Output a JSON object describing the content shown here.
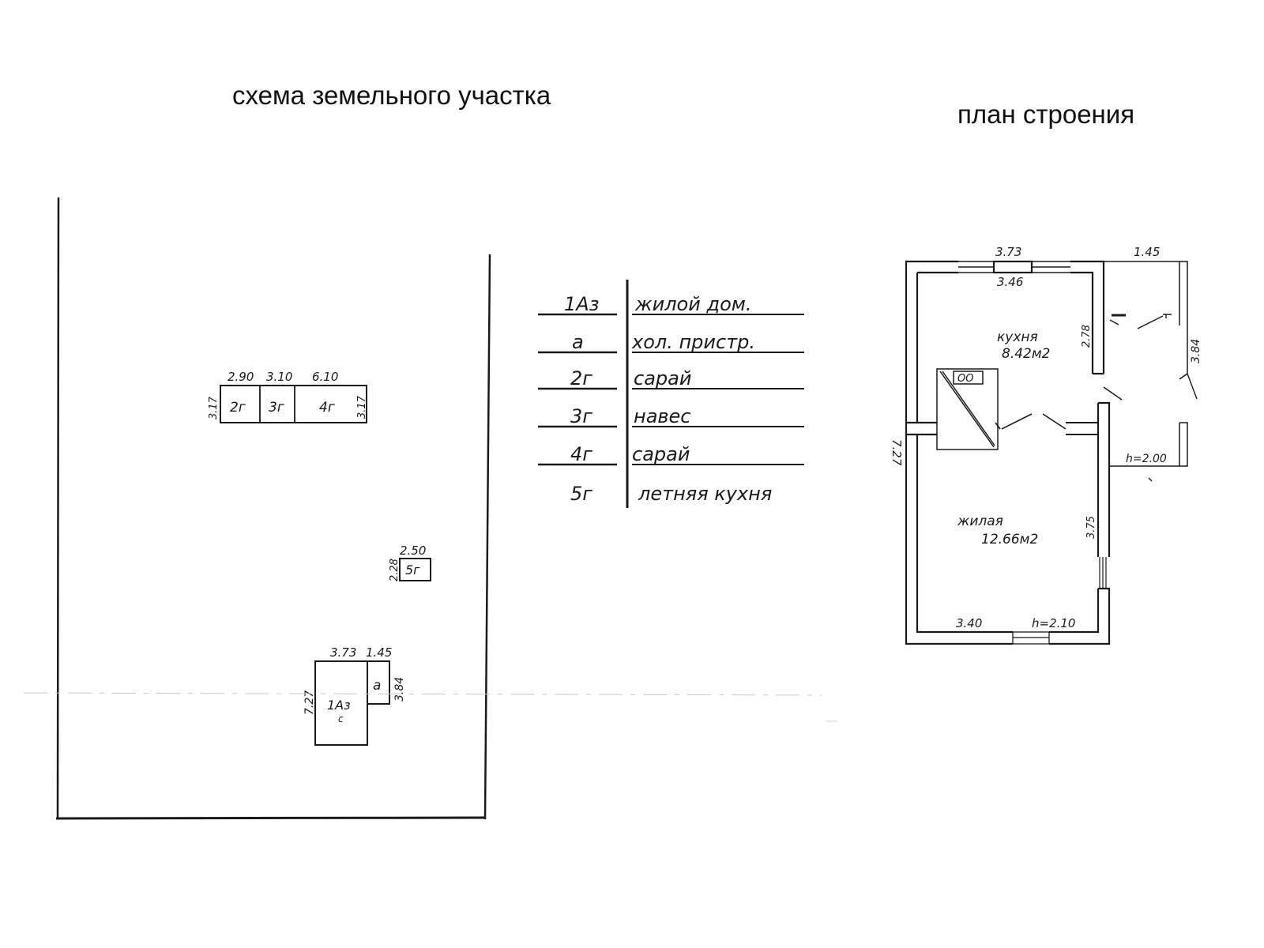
{
  "titles": {
    "site_scheme": "схема земельного участка",
    "building_plan": "план строения"
  },
  "site": {
    "sheds_dims": {
      "w_2g": "2.90",
      "w_3g": "3.10",
      "w_4g": "6.10",
      "h_left": "3.17",
      "h_right": "3.17"
    },
    "sheds_labels": {
      "b2": "2г",
      "b3": "3г",
      "b4": "4г"
    },
    "kitchen5": {
      "label": "5г",
      "w": "2.50",
      "h": "2.28"
    },
    "house": {
      "label": "1Аз",
      "sub": "с",
      "annex_label": "а",
      "w_main": "3.73",
      "w_annex": "1.45",
      "h_main": "7.27",
      "h_annex": "3.84"
    }
  },
  "legend": [
    {
      "code": "1Аз",
      "desc": "жилой дом."
    },
    {
      "code": "а",
      "desc": "хол. пристр."
    },
    {
      "code": "2г",
      "desc": "сарай"
    },
    {
      "code": "3г",
      "desc": "навес"
    },
    {
      "code": "4г",
      "desc": "сарай"
    },
    {
      "code": "5г",
      "desc": "летняя кухня"
    }
  ],
  "plan": {
    "dim_top_outer": "3.73",
    "dim_top_inner": "3.46",
    "dim_top_annex": "1.45",
    "dim_left": "7.27",
    "dim_kitchen_side": "2.78",
    "dim_annex_side": "3.84",
    "dim_living_side": "3.75",
    "dim_bottom": "3.40",
    "height_main": "h=2.10",
    "height_annex": "h=2.00",
    "kitchen": {
      "name": "кухня",
      "area": "8.42м2"
    },
    "living": {
      "name": "жилая",
      "area": "12.66м2"
    },
    "stove_mark": "ОО"
  }
}
